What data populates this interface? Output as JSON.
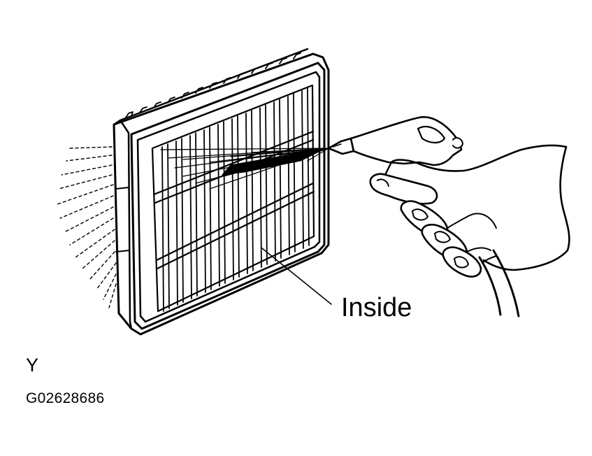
{
  "labels": {
    "inside": "Inside",
    "view_mark": "Y",
    "figure_id": "G02628686"
  },
  "colors": {
    "ink": "#000000",
    "paper": "#ffffff"
  }
}
